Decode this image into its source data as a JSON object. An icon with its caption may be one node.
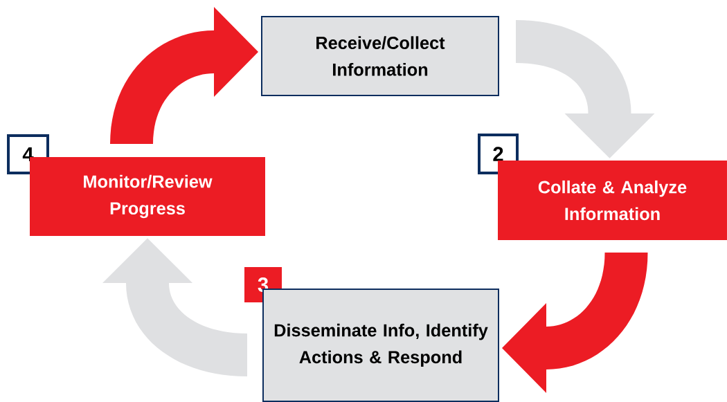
{
  "diagram": {
    "nodes": [
      {
        "text": [
          "Receive/Collect Information"
        ]
      },
      {
        "text": [
          "2"
        ]
      },
      {
        "text": [
          "Collate & Analyze Information"
        ]
      },
      {
        "text": [
          "3"
        ]
      },
      {
        "text": [
          "Disseminate Info, Identify Actions & Respond"
        ]
      },
      {
        "text": [
          "4"
        ]
      },
      {
        "text": [
          "Monitor/Review Progress"
        ]
      }
    ],
    "edges": [
      {
        "from": 0,
        "to": 2,
        "arrow": "to",
        "color": "#dfe0e2"
      },
      {
        "from": 2,
        "to": 4,
        "arrow": "to",
        "color": "#ec1c24"
      },
      {
        "from": 4,
        "to": 6,
        "arrow": "to",
        "color": "#dfe0e2"
      },
      {
        "from": 6,
        "to": 0,
        "arrow": "to",
        "color": "#ec1c24"
      }
    ]
  }
}
